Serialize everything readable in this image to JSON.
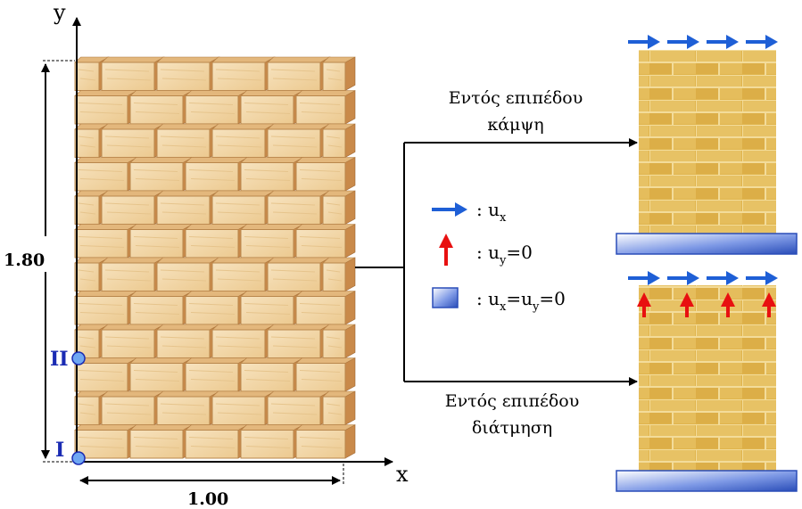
{
  "axes": {
    "y_label": "y",
    "x_label": "x"
  },
  "dimensions": {
    "height": "1.80",
    "width": "1.00"
  },
  "points": {
    "p1": "I",
    "p2": "II"
  },
  "branches": {
    "bending_line1": "Εντός επιπέδου",
    "bending_line2": "κάμψη",
    "shear_line1": "Εντός επιπέδου",
    "shear_line2": "διάτμηση"
  },
  "legend": {
    "ux_sym": ": u",
    "ux_sub": "x",
    "uy_sym": ": u",
    "uy_sub": "y",
    "uy_val": "=0",
    "fix_sym1": ": u",
    "fix_sub1": "x",
    "fix_mid": "=u",
    "fix_sub2": "y",
    "fix_val": "=0"
  },
  "colors": {
    "brick_face": "#f2d6a6",
    "brick_side": "#c98a4a",
    "brick_top": "#e3b77c",
    "mortar": "#ffffff",
    "arrow_blue": "#1e5fd6",
    "arrow_red": "#e81010",
    "support_blue": "#3a5fc8",
    "point_blue": "#1a2bb3",
    "masonry_texture": "#e0b44c"
  },
  "icons": {
    "horizontal_arrow": "arrow-right-icon",
    "vertical_arrow": "arrow-up-icon",
    "fixed_support": "fixed-support-icon"
  }
}
